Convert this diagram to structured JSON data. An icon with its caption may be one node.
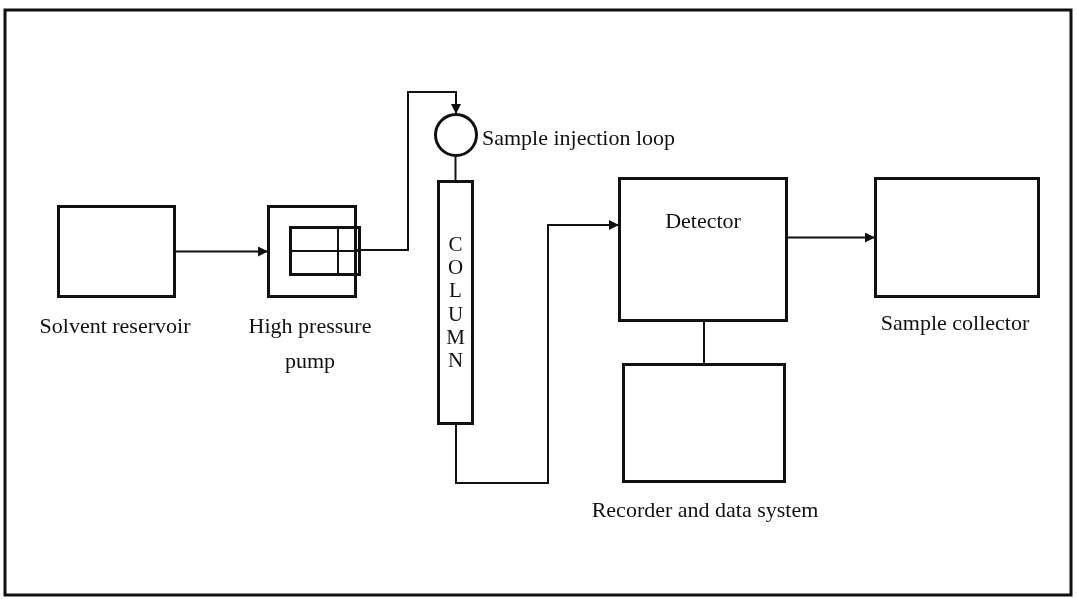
{
  "diagram": {
    "nodes": [
      {
        "text": [
          "Solvent reservoir"
        ]
      },
      {
        "text": [
          "High pressure pump"
        ]
      },
      {
        "text": [],
        "shape": "circle",
        "beside": [
          "Sample injection loop"
        ]
      },
      {
        "text": [
          "COLUMN"
        ]
      },
      {
        "text": [
          "Detector"
        ]
      },
      {
        "text": [
          "Recorder and data system"
        ]
      },
      {
        "text": [
          "Sample collector"
        ]
      }
    ],
    "edges": [
      {
        "from": 0,
        "to": 1,
        "arrow": "to"
      },
      {
        "from": 1,
        "to": 2,
        "arrow": "to"
      },
      {
        "from": 2,
        "to": 3,
        "arrow": "none"
      },
      {
        "from": 3,
        "to": 4,
        "arrow": "to"
      },
      {
        "from": 4,
        "to": 6,
        "arrow": "to"
      },
      {
        "from": 4,
        "to": 5,
        "arrow": "none"
      }
    ]
  }
}
